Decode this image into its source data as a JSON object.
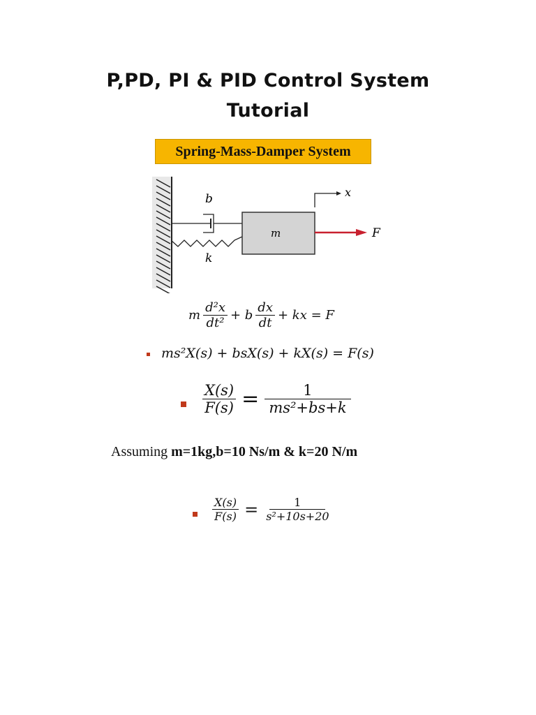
{
  "title": {
    "line1": "P,PD, PI & PID Control System",
    "line2": "Tutorial"
  },
  "diagram": {
    "label": "Spring-Mass-Damper System",
    "damper_label": "b",
    "spring_label": "k",
    "mass_label": "m",
    "displacement_label": "x",
    "force_label": "F",
    "force_color": "#c8202f",
    "label_bg": "#f7b500"
  },
  "equations": {
    "ode": {
      "m": "m",
      "num1": "d²x",
      "den1": "dt²",
      "plus1": "+ b",
      "num2": "dx",
      "den2": "dt",
      "rest": "+ kx = F"
    },
    "laplace": "ms²X(s) + bsX(s) + kX(s) = F(s)",
    "transfer": {
      "num_left": "X(s)",
      "den_left": "F(s)",
      "eq": "=",
      "num_right": "1",
      "den_right": "ms²+bs+k"
    },
    "assumption": {
      "prefix": "Assuming ",
      "values": "m=1kg,b=10 Ns/m & k=20 N/m"
    },
    "transfer_numeric": {
      "num_left": "X(s)",
      "den_left": "F(s)",
      "eq": "=",
      "num_right": "1",
      "den_right": "s²+10s+20"
    }
  },
  "bullet_color": "#c0391b"
}
